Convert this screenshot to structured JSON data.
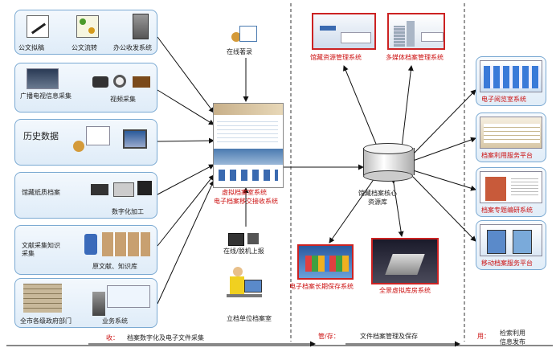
{
  "left_groups": {
    "g1": {
      "items": [
        "公文拟稿",
        "公文流转",
        "办公收发系统"
      ]
    },
    "g2": {
      "label": "广播电视信息采集",
      "item": "视频采集"
    },
    "g3": {
      "label": "历史数据"
    },
    "g4": {
      "label": "馆藏纸质档案",
      "item": "数字化加工"
    },
    "g5": {
      "label": "文献采集知识采集",
      "item": "原文献、知识库"
    },
    "g6": {
      "items": [
        "全市各级政府部门",
        "业务系统"
      ]
    }
  },
  "center": {
    "online_record": "在线著录",
    "system_line1": "虚拟档案室系统",
    "system_line2": "电子档案移交接收系统",
    "upload": "在线/脱机上报",
    "unit_archive": "立档单位档案室"
  },
  "core": {
    "label_line1": "馆藏档案核心",
    "label_line2": "资源库",
    "top_systems": [
      "馆藏资源管理系统",
      "多媒体档案管理系统"
    ],
    "bottom_systems": [
      "电子档案长期保存系统",
      "全景虚拟库房系统"
    ]
  },
  "right_groups": [
    "电子阅览室系统",
    "档案利用服务平台",
    "档案专题编研系统",
    "移动档案服务平台"
  ],
  "footer": {
    "collect_tag": "收：",
    "collect_text": "档案数字化及电子文件采集",
    "manage_tag": "管/存：",
    "manage_text": "文件档案管理及保存",
    "use_tag": "用：",
    "use_text_line1": "检索利用",
    "use_text_line2": "信息发布"
  },
  "colors": {
    "accent_red": "#cc1111",
    "box_border": "#7aa9d2",
    "box_fill": "#e4eef9"
  }
}
